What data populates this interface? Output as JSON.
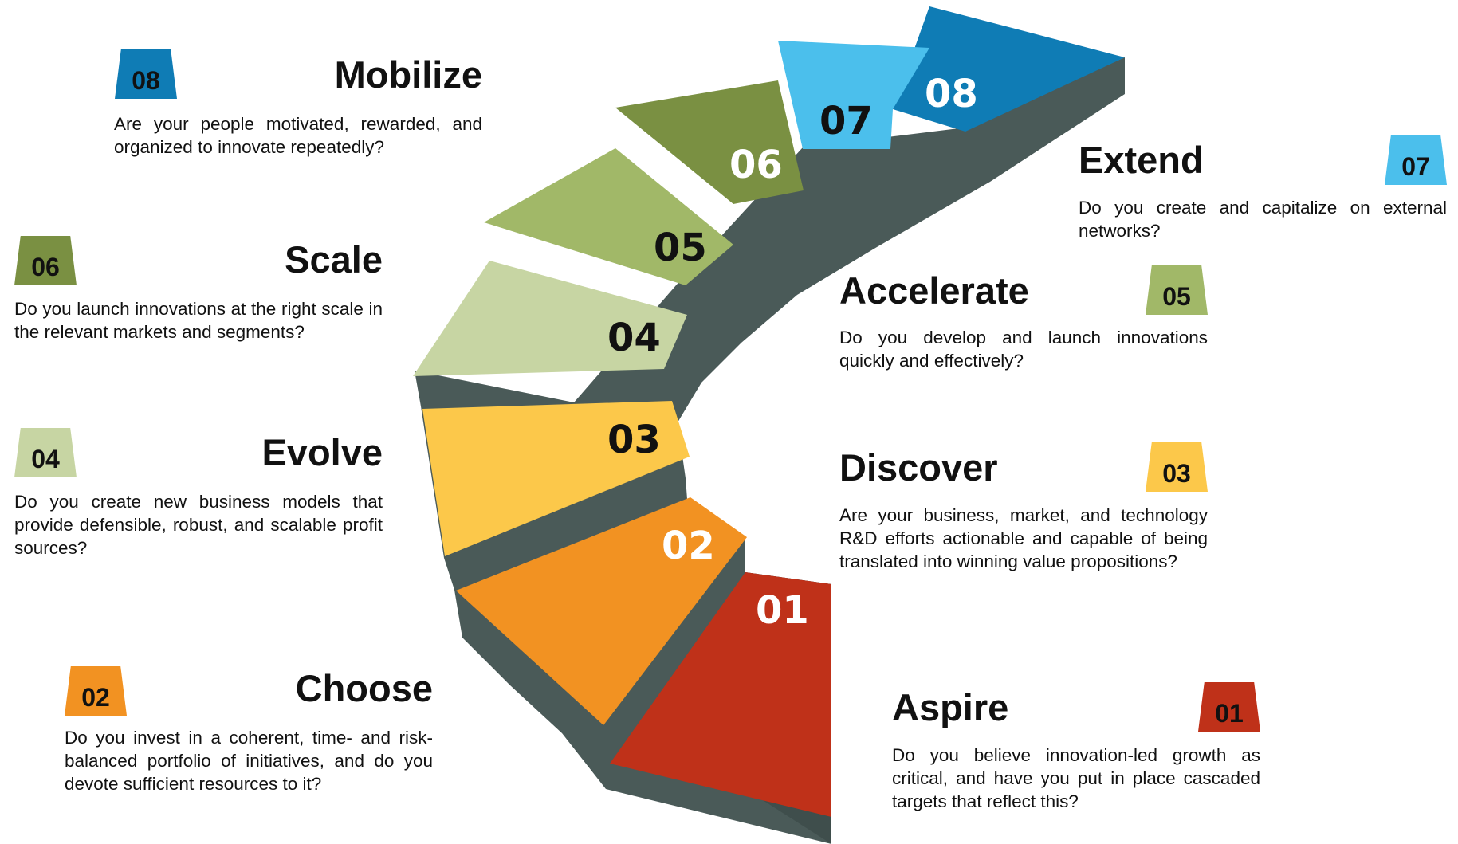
{
  "colors": {
    "side": "#4a5a58",
    "step1": "#bf3119",
    "step2": "#f29222",
    "step3": "#fcc84a",
    "step4": "#c7d5a3",
    "step5": "#a1b868",
    "step6": "#7a9042",
    "step7": "#4bbfec",
    "step8": "#0f7cb5"
  },
  "steps": [
    {
      "num": "01",
      "title": "Aspire",
      "desc": "Do you believe innovation-led growth as critical, and have you put in place cascaded targets that reflect this?"
    },
    {
      "num": "02",
      "title": "Choose",
      "desc": "Do you invest in a coherent, time- and risk-balanced portfolio of initiatives, and do you devote sufficient resources to it?"
    },
    {
      "num": "03",
      "title": "Discover",
      "desc": "Are your business, market, and technology R&D efforts actionable and capable of being translated into winning value propositions?"
    },
    {
      "num": "04",
      "title": "Evolve",
      "desc": "Do you create new business models that provide defensible, robust, and scalable profit sources?"
    },
    {
      "num": "05",
      "title": "Accelerate",
      "desc": "Do you develop and launch innovations quickly and effectively?"
    },
    {
      "num": "06",
      "title": "Scale",
      "desc": "Do you launch innovations at the right scale in the relevant markets and segments?"
    },
    {
      "num": "07",
      "title": "Extend",
      "desc": "Do you create and capitalize on external networks?"
    },
    {
      "num": "08",
      "title": "Mobilize",
      "desc": "Are your people motivated, rewarded, and organized to innovate repeatedly?"
    }
  ]
}
